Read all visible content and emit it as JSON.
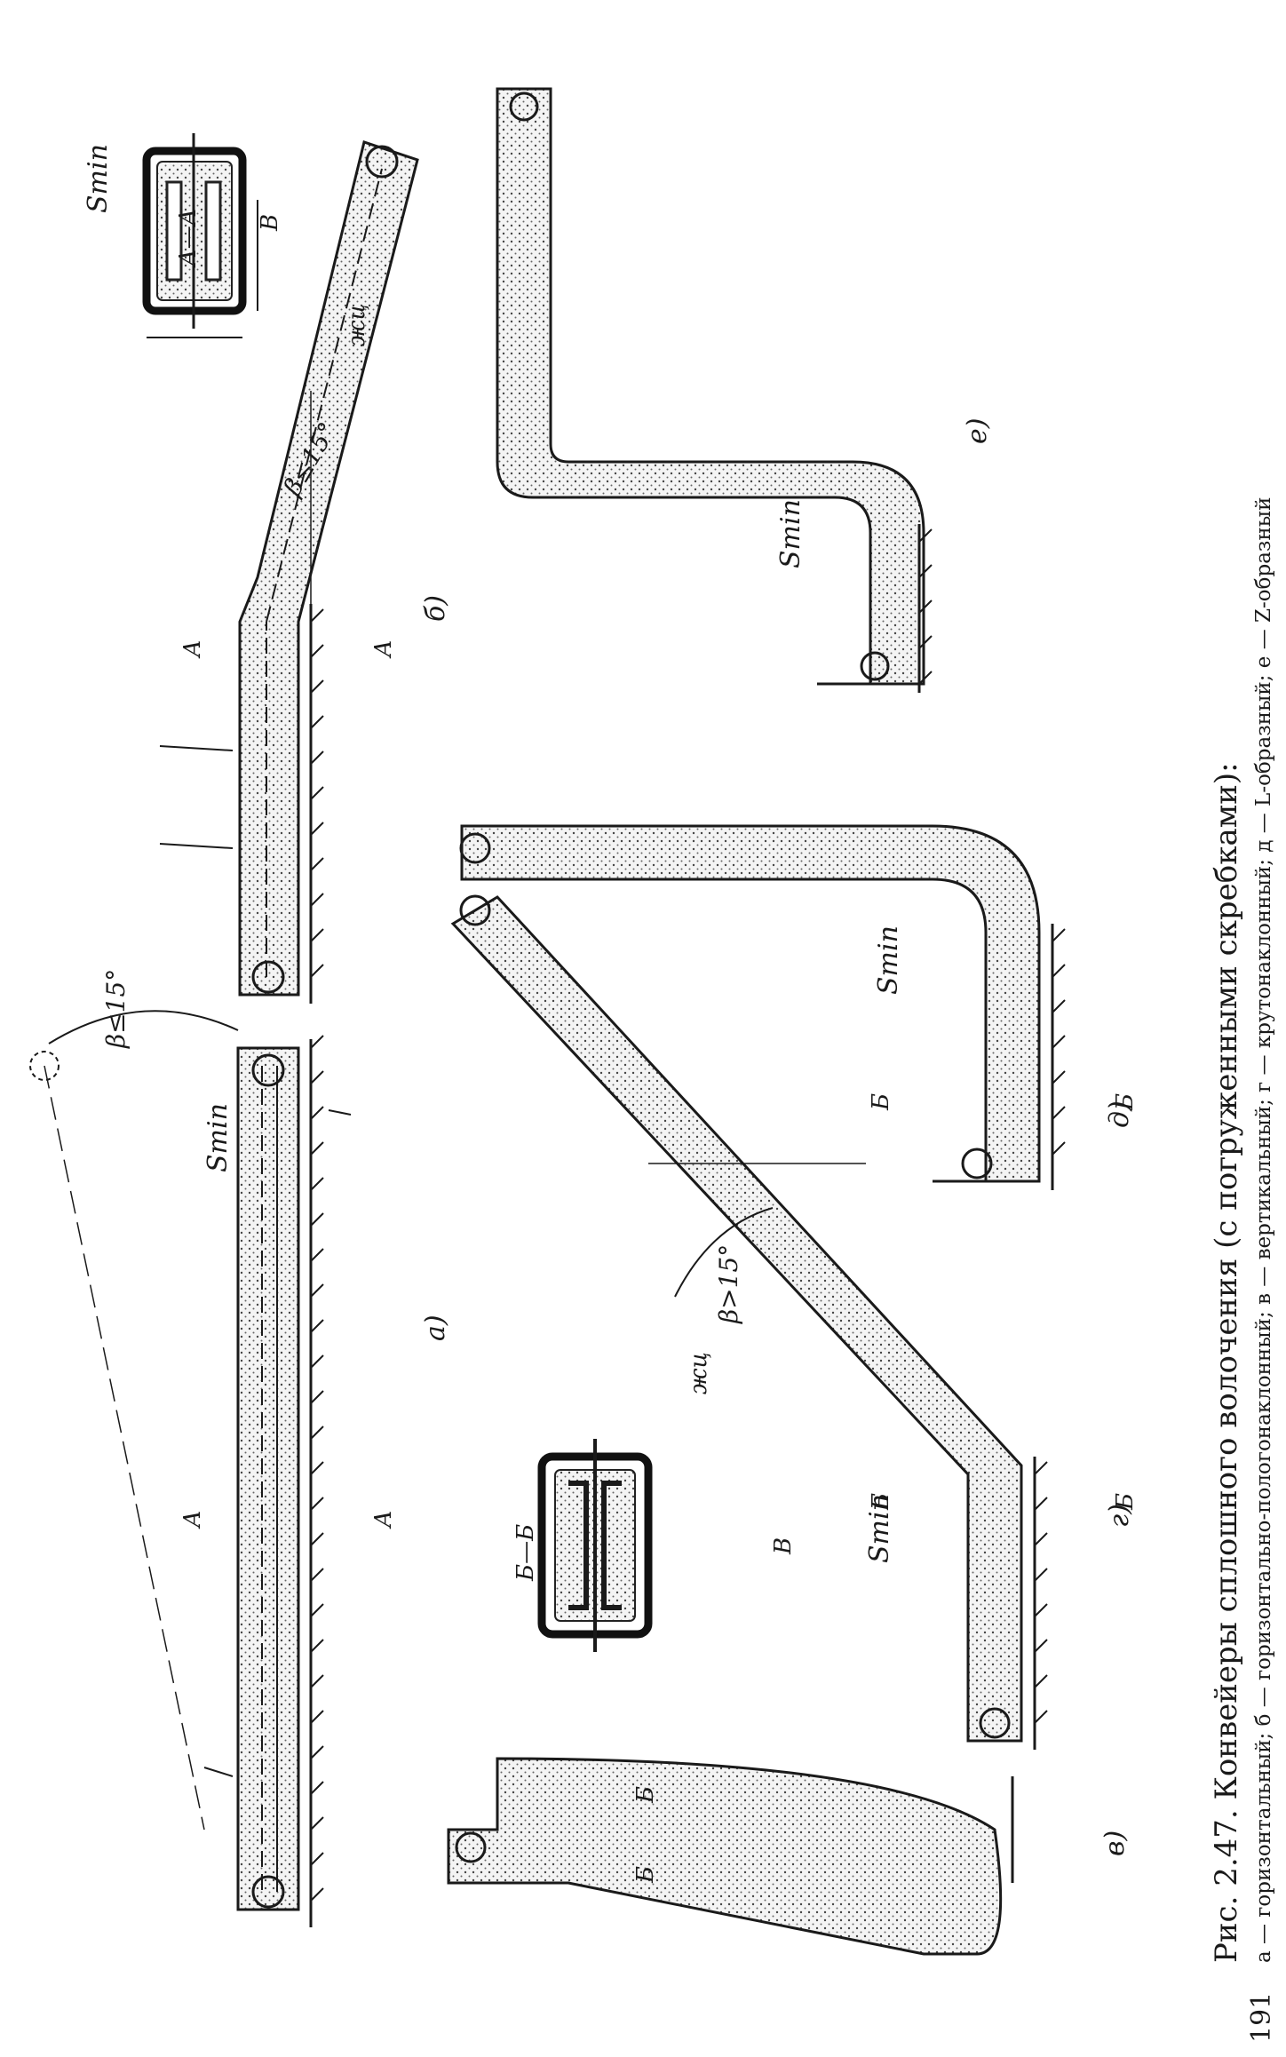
{
  "caption": {
    "title": "Рис. 2.47. Конвейеры сплошного волочения (с погруженными скребками):",
    "subtitle": "а — горизонтальный; б — горизонтально-пологонаклонный; в — вертикальный; г — крутонаклонный; д — L-образный; е — Z-образный"
  },
  "page_number": "191",
  "labels": {
    "fig_a": "а)",
    "fig_b": "б)",
    "fig_v": "в)",
    "fig_g": "г)",
    "fig_d": "д)",
    "fig_e": "е)",
    "smin": "Smin",
    "beta_le_15": "β≤15°",
    "beta_gt_15": "β>15°",
    "section_aa": "А—А",
    "section_bb": "Б—Б",
    "cut_a": "А",
    "cut_b": "Б",
    "dim_b": "В",
    "dim_zhts": "жц"
  },
  "colors": {
    "ink": "#1a1a1a",
    "paper": "#ffffff"
  }
}
